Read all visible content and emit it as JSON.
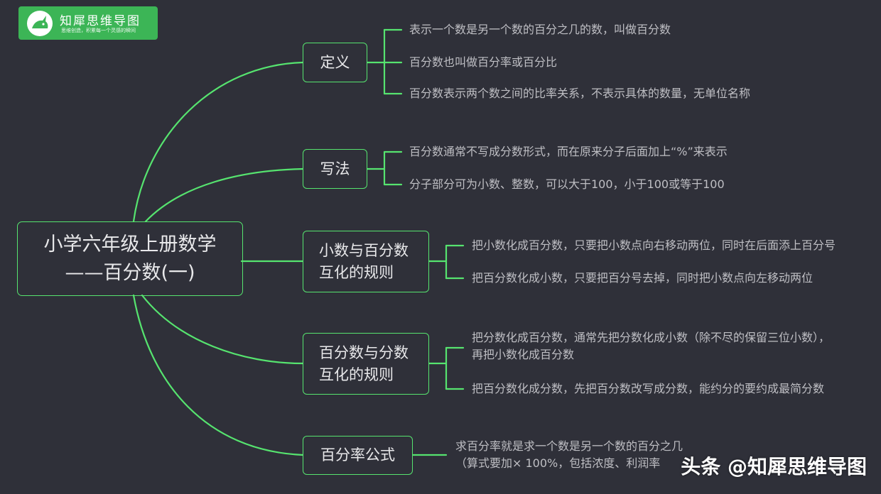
{
  "logo": {
    "icon": "rhino-icon",
    "title": "知犀思维导图",
    "slogan": "思维创造，积累每一个灵感的瞬间"
  },
  "root": {
    "line1": "小学六年级上册数学",
    "line2": "——百分数(一)"
  },
  "branches": [
    {
      "label": "定义",
      "items": [
        "表示一个数是另一个数的百分之几的数，叫做百分数",
        "百分数也叫做百分率或百分比",
        "百分数表示两个数之间的比率关系，不表示具体的数量，无单位名称"
      ]
    },
    {
      "label": "写法",
      "items": [
        "百分数通常不写成分数形式，而在原来分子后面加上“%”来表示",
        "分子部分可为小数、整数，可以大于100，小于100或等于100"
      ]
    },
    {
      "line1": "小数与百分数",
      "line2": "互化的规则",
      "items": [
        "把小数化成百分数，只要把小数点向右移动两位，同时在后面添上百分号",
        "把百分数化成小数，只要把百分号去掉，同时把小数点向左移动两位"
      ]
    },
    {
      "line1": "百分数与分数",
      "line2": "互化的规则",
      "items": [
        {
          "line1": "把分数化成百分数，通常先把分数化成小数（除不尽的保留三位小数），",
          "line2": "再把小数化成百分数"
        },
        "把百分数化成分数，先把百分数改写成分数，能约分的要约成最简分数"
      ]
    },
    {
      "label": "百分率公式",
      "items": [
        {
          "line1": "求百分率就是求一个数是另一个数的百分之几",
          "line2": "（算式要加× 100%，包括浓度、利润率"
        }
      ]
    }
  ],
  "watermark": "头条 @知犀思维导图",
  "colors": {
    "background": "#2f3039",
    "accent": "#56e46f",
    "text": "#bfbfc4",
    "logo_bg": "#3cb556"
  }
}
